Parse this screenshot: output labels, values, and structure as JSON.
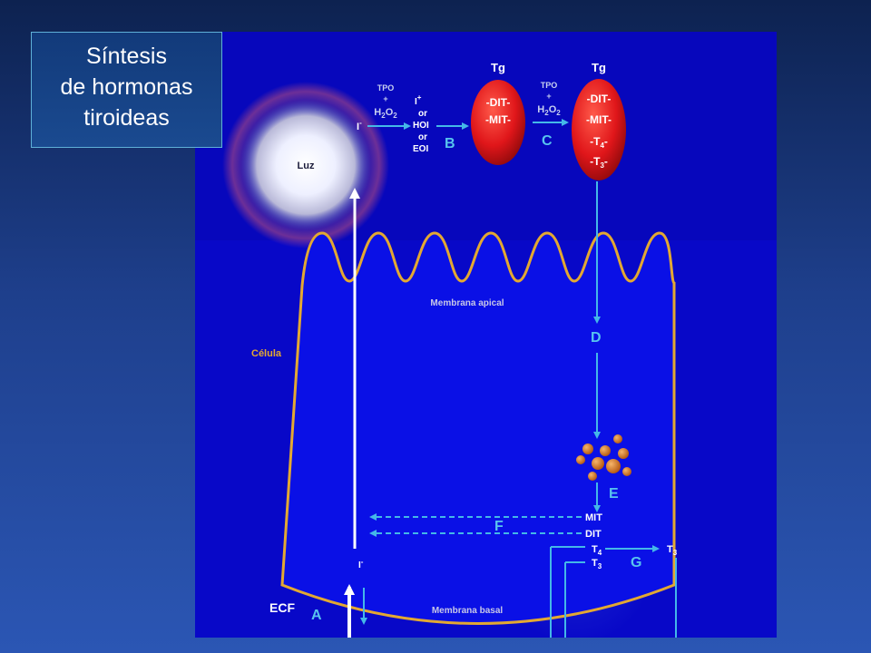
{
  "title": {
    "line1": "Síntesis",
    "line2": "de hormonas",
    "line3": "tiroideas"
  },
  "colors": {
    "background": "#1e3f8c",
    "panel": "#0a0ad0",
    "membrane": "#e3a832",
    "arrow": "#44b8e8",
    "letter": "#58c4ee",
    "thyroglobulin": "#e0161a",
    "droplet": "#d5731b"
  },
  "diagram": {
    "luz": "Luz",
    "iodide": "I",
    "iodide_sup": "-",
    "step1": {
      "tpo": "TPO",
      "plus": "+",
      "h2o2_a": "H",
      "sub2": "2",
      "h2o2_b": "O"
    },
    "oxidized": {
      "i_plus": "I",
      "i_plus_sup": "+",
      "or1": "or",
      "hoi": "HOI",
      "or2": "or",
      "eoi": "EOI"
    },
    "step2": {
      "tpo": "TPO",
      "plus": "+",
      "h2o2_a": "H",
      "sub2": "2",
      "h2o2_b": "O"
    },
    "letters": {
      "a": "A",
      "b": "B",
      "c": "C",
      "d": "D",
      "e": "E",
      "f": "F",
      "g": "G"
    },
    "tg1": {
      "label": "Tg",
      "dit": "-DIT-",
      "mit": "-MIT-"
    },
    "tg2": {
      "label": "Tg",
      "dit": "-DIT-",
      "mit": "-MIT-",
      "t4": "-T",
      "t4_sub": "4",
      "t3": "-T",
      "t3_sub": "3",
      "dash": "-"
    },
    "membrana_apical": "Membrana apical",
    "membrana_basal": "Membrana basal",
    "celula": "Célula",
    "ecf": "ECF",
    "bottom": {
      "mit": "MIT",
      "dit": "DIT",
      "t4": "T",
      "t4_sub": "4",
      "t3": "T",
      "t3_sub": "3",
      "t3_out": "T",
      "t3_out_sub": "3",
      "iodide": "I",
      "iodide_sup": "-"
    }
  }
}
